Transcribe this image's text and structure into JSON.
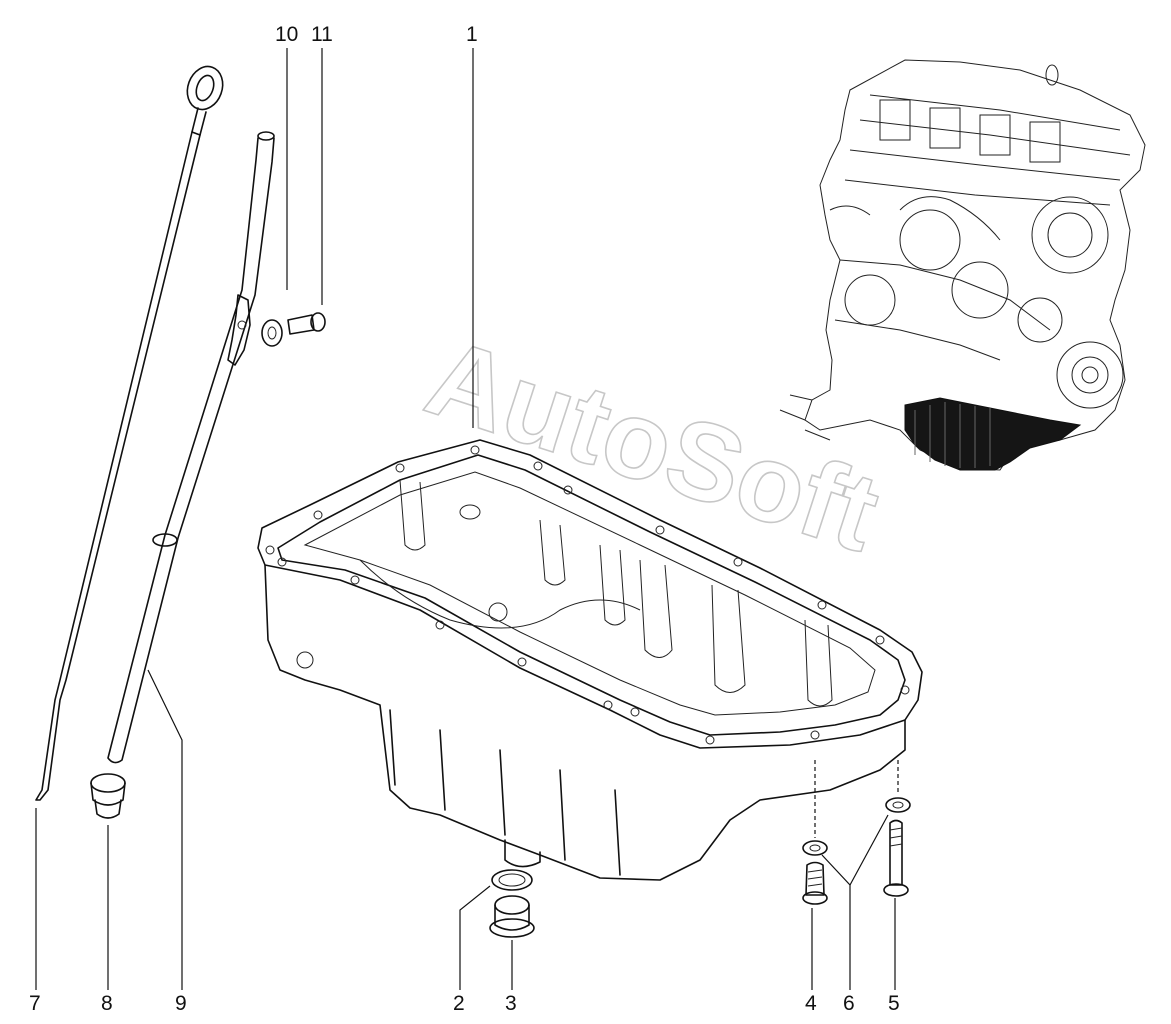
{
  "diagram": {
    "watermark": "AutoSoft",
    "colors": {
      "line": "#111111",
      "watermark": "#9a9a9a",
      "background": "#ffffff"
    },
    "callouts": [
      {
        "id": "c1",
        "label": "1"
      },
      {
        "id": "c2",
        "label": "2"
      },
      {
        "id": "c3",
        "label": "3"
      },
      {
        "id": "c4",
        "label": "4"
      },
      {
        "id": "c5",
        "label": "5"
      },
      {
        "id": "c6",
        "label": "6"
      },
      {
        "id": "c7",
        "label": "7"
      },
      {
        "id": "c8",
        "label": "8"
      },
      {
        "id": "c9",
        "label": "9"
      },
      {
        "id": "c10",
        "label": "10"
      },
      {
        "id": "c11",
        "label": "11"
      }
    ]
  }
}
